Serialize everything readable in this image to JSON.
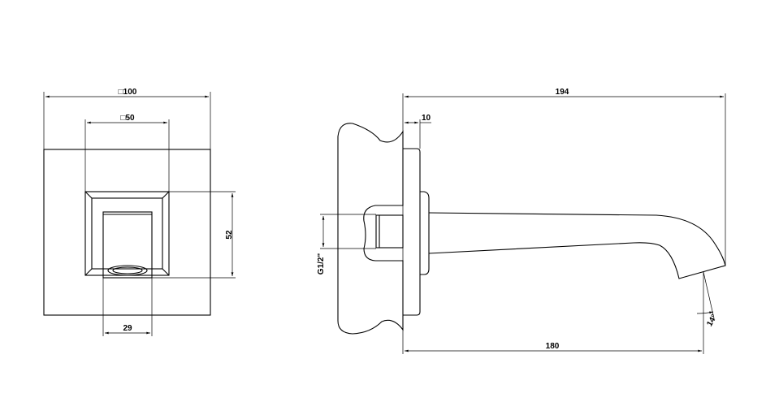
{
  "drawing": {
    "front_view": {
      "width_label": "□100",
      "inner_width_label": "□50",
      "height_label": "52",
      "spout_width_label": "29"
    },
    "side_view": {
      "total_length_label": "194",
      "plate_thickness_label": "10",
      "thread_label": "G1/2\"",
      "projection_label": "180",
      "angle_label": "14°"
    },
    "line_color": "#000000"
  }
}
